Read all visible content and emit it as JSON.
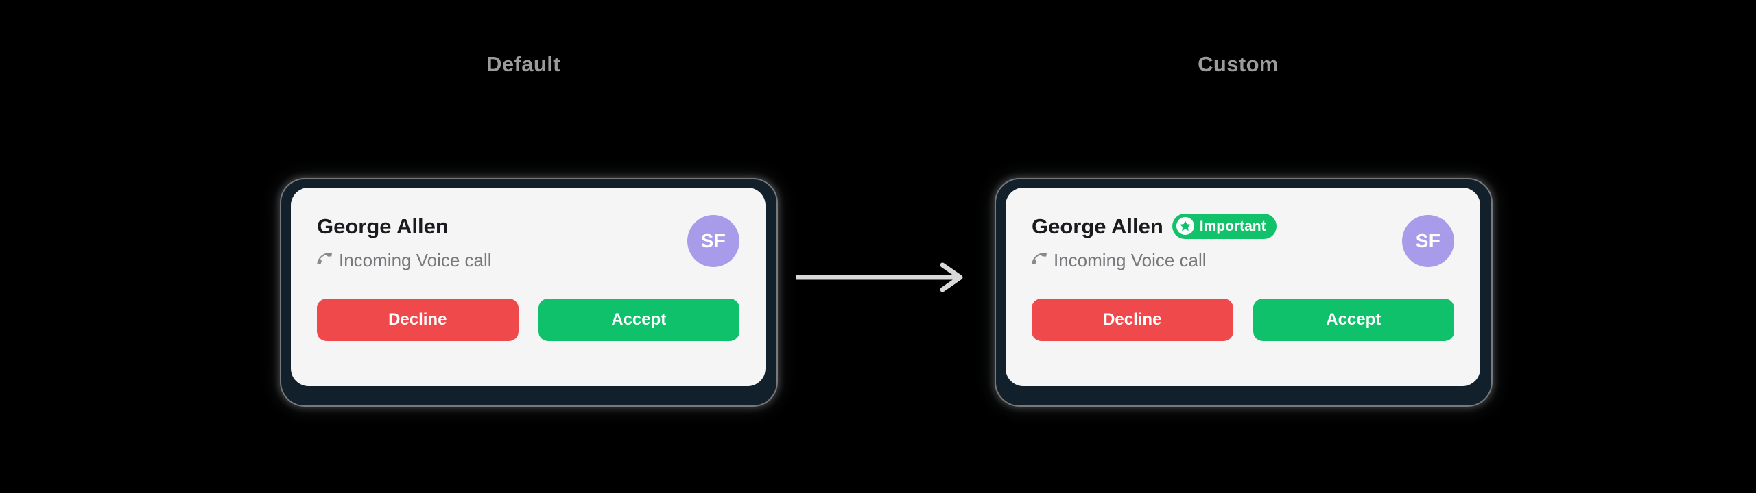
{
  "page": {
    "background": "#000000",
    "heading_color": "#9b9b9b"
  },
  "columns": [
    {
      "id": "default",
      "heading": "Default"
    },
    {
      "id": "custom",
      "heading": "Custom"
    }
  ],
  "connector": {
    "icon": "arrow-right-icon",
    "color": "#d9d9d9"
  },
  "cards": {
    "default": {
      "caller_name": "George Allen",
      "subtitle": "Incoming Voice call",
      "call_icon": "phone-icon",
      "avatar": {
        "initials": "SF",
        "color": "#a79bea",
        "text_color": "#ffffff"
      },
      "badge": null,
      "buttons": [
        {
          "label": "Decline",
          "color": "#f0494c"
        },
        {
          "label": "Accept",
          "color": "#0fc16b"
        }
      ],
      "surface_color": "#f5f5f5",
      "frame_color": "#12202c"
    },
    "custom": {
      "caller_name": "George Allen",
      "subtitle": "Incoming Voice call",
      "call_icon": "phone-icon",
      "avatar": {
        "initials": "SF",
        "color": "#a79bea",
        "text_color": "#ffffff"
      },
      "badge": {
        "label": "Important",
        "icon": "star-icon",
        "background": "#12c26b",
        "text_color": "#ffffff"
      },
      "buttons": [
        {
          "label": "Decline",
          "color": "#f0494c"
        },
        {
          "label": "Accept",
          "color": "#0fc16b"
        }
      ],
      "surface_color": "#f5f5f5",
      "frame_color": "#12202c"
    }
  }
}
